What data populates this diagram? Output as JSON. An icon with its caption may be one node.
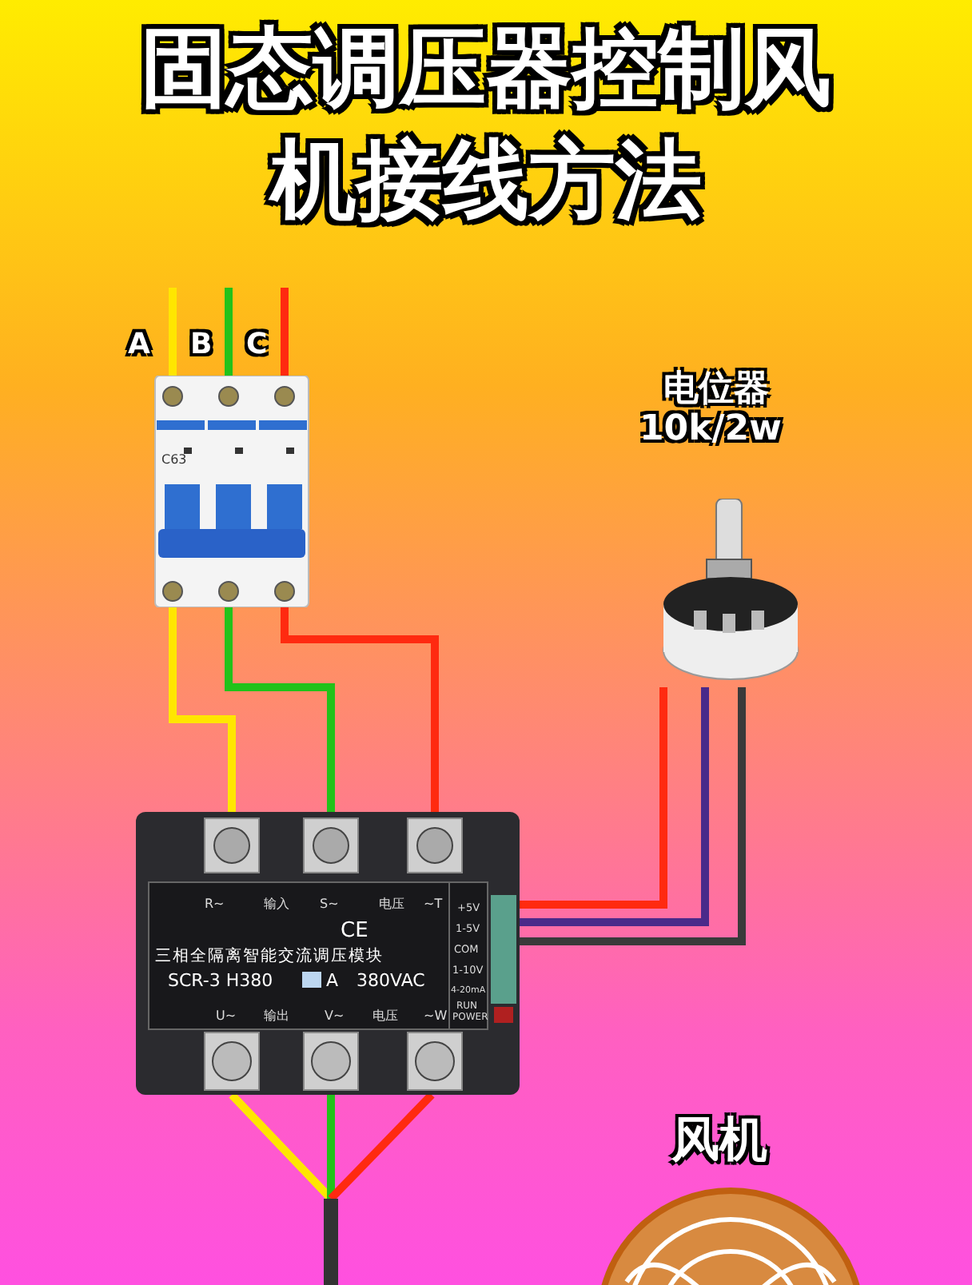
{
  "diagram": {
    "title": "固态调压器控制风机接线方法",
    "nodes": [
      {
        "text": [
          "C63"
        ]
      },
      {
        "text": [
          "R~",
          "输入",
          "S~",
          "电压",
          "~T",
          "CE",
          "三相全隔离智能交流调压模块",
          "SCR-3 H380",
          "A",
          "380VAC",
          "U~",
          "输出",
          "V~",
          "电压",
          "~W",
          "+5V",
          "1-5V",
          "COM",
          "1-10V",
          "4-20mA",
          "RUN POWER"
        ]
      },
      {
        "text": [],
        "shape": "picture",
        "beside": [
          "电位器",
          "10k/2w"
        ]
      },
      {
        "text": [],
        "shape": "picture",
        "beside": [
          "风机"
        ]
      }
    ],
    "edges": [
      {
        "from": null,
        "to": 0,
        "arrow": "none",
        "label": "A",
        "color": "#ffe600"
      },
      {
        "from": null,
        "to": 0,
        "arrow": "none",
        "label": "B",
        "color": "#22c21a"
      },
      {
        "from": null,
        "to": 0,
        "arrow": "none",
        "label": "C",
        "color": "#ff2a10"
      },
      {
        "from": 0,
        "to": 1,
        "arrow": "none",
        "color": "#ffe600"
      },
      {
        "from": 0,
        "to": 1,
        "arrow": "none",
        "color": "#22c21a"
      },
      {
        "from": 0,
        "to": 1,
        "arrow": "none",
        "color": "#ff2a10"
      },
      {
        "from": 2,
        "to": 1,
        "arrow": "none",
        "color": "#ff2a10"
      },
      {
        "from": 2,
        "to": 1,
        "arrow": "none",
        "color": "#4a2a8a"
      },
      {
        "from": 2,
        "to": 1,
        "arrow": "none",
        "color": "#3a3a3a"
      },
      {
        "from": 1,
        "to": null,
        "arrow": "none",
        "color": "#ffe600"
      },
      {
        "from": 1,
        "to": null,
        "arrow": "none",
        "color": "#22c21a"
      },
      {
        "from": 1,
        "to": null,
        "arrow": "none",
        "color": "#ff2a10"
      }
    ]
  }
}
